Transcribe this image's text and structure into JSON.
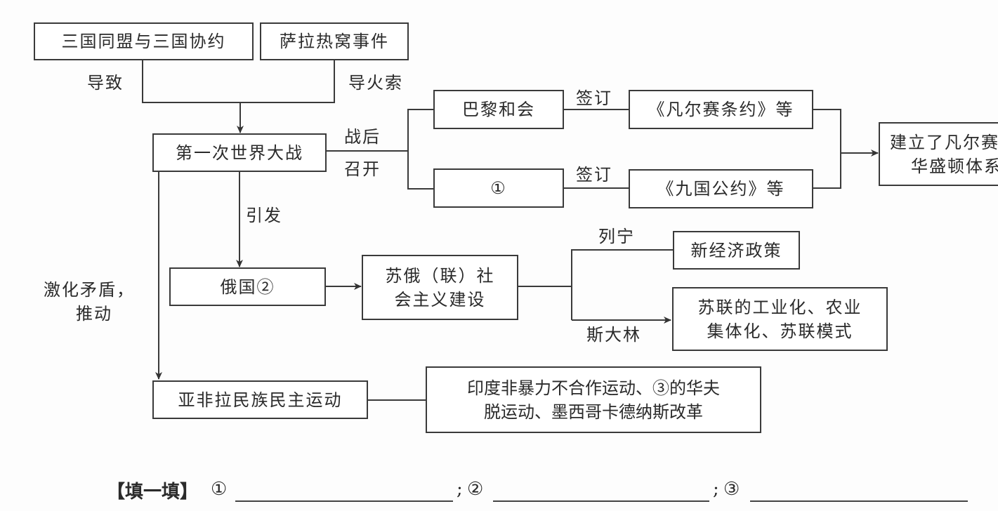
{
  "diagram": {
    "nodes": {
      "alliances": "三国同盟与三国协约",
      "sarajevo": "萨拉热窝事件",
      "ww1": "第一次世界大战",
      "paris": "巴黎和会",
      "blank1": "①",
      "versailles": "《凡尔赛条约》等",
      "nine_power": "《九国公约》等",
      "vw_system_line1": "建立了凡尔赛-",
      "vw_system_line2": "华盛顿体系",
      "russia": "俄国②",
      "soviet_line1": "苏俄（联）社",
      "soviet_line2": "会主义建设",
      "nep": "新经济政策",
      "stalin_result_line1": "苏联的工业化、农业",
      "stalin_result_line2": "集体化、苏联模式",
      "national_movements": "亚非拉民族民主运动",
      "movements_detail_line1": "印度非暴力不合作运动、③的华夫",
      "movements_detail_line2": "脱运动、墨西哥卡德纳斯改革"
    },
    "edge_labels": {
      "lead_to": "导致",
      "fuse": "导火索",
      "postwar": "战后",
      "convene": "召开",
      "sign1": "签订",
      "sign2": "签订",
      "trigger": "引发",
      "intensify_line1": "激化矛盾，",
      "intensify_line2": "推动",
      "lenin": "列宁",
      "stalin": "斯大林"
    }
  },
  "fill_in": {
    "title": "【填一填】",
    "items": [
      "①",
      "②",
      "③"
    ],
    "separator": ";"
  }
}
